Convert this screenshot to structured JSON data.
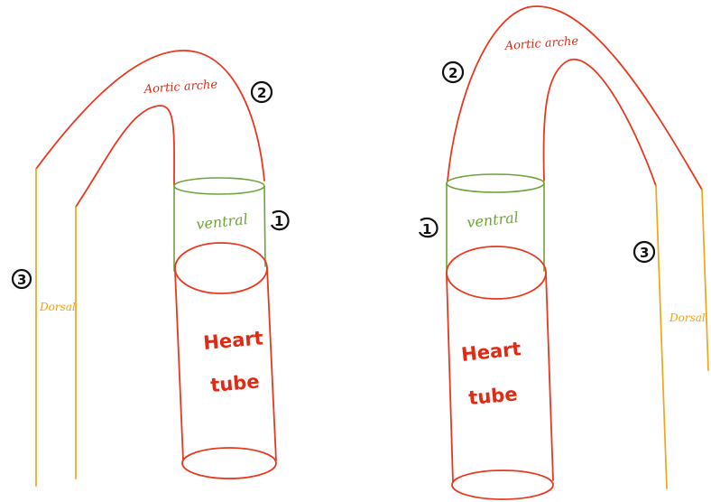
{
  "colors": {
    "vessel": "#e8391f",
    "ventral": "#6fa23a",
    "dorsal": "#f2a516",
    "marker": "#111111"
  },
  "left_panel": {
    "arch_label": "Aortic arche",
    "ventral_label": "ventral",
    "dorsal_label": "Dorsal",
    "heart_line1": "Heart",
    "heart_line2": "tube",
    "marker_ventral": "1",
    "marker_arch": "2",
    "marker_dorsal": "3"
  },
  "right_panel": {
    "arch_label": "Aortic arche",
    "ventral_label": "ventral",
    "dorsal_label": "Dorsal",
    "heart_line1": "Heart",
    "heart_line2": "tube",
    "marker_ventral": "1",
    "marker_arch": "2",
    "marker_dorsal": "3"
  }
}
